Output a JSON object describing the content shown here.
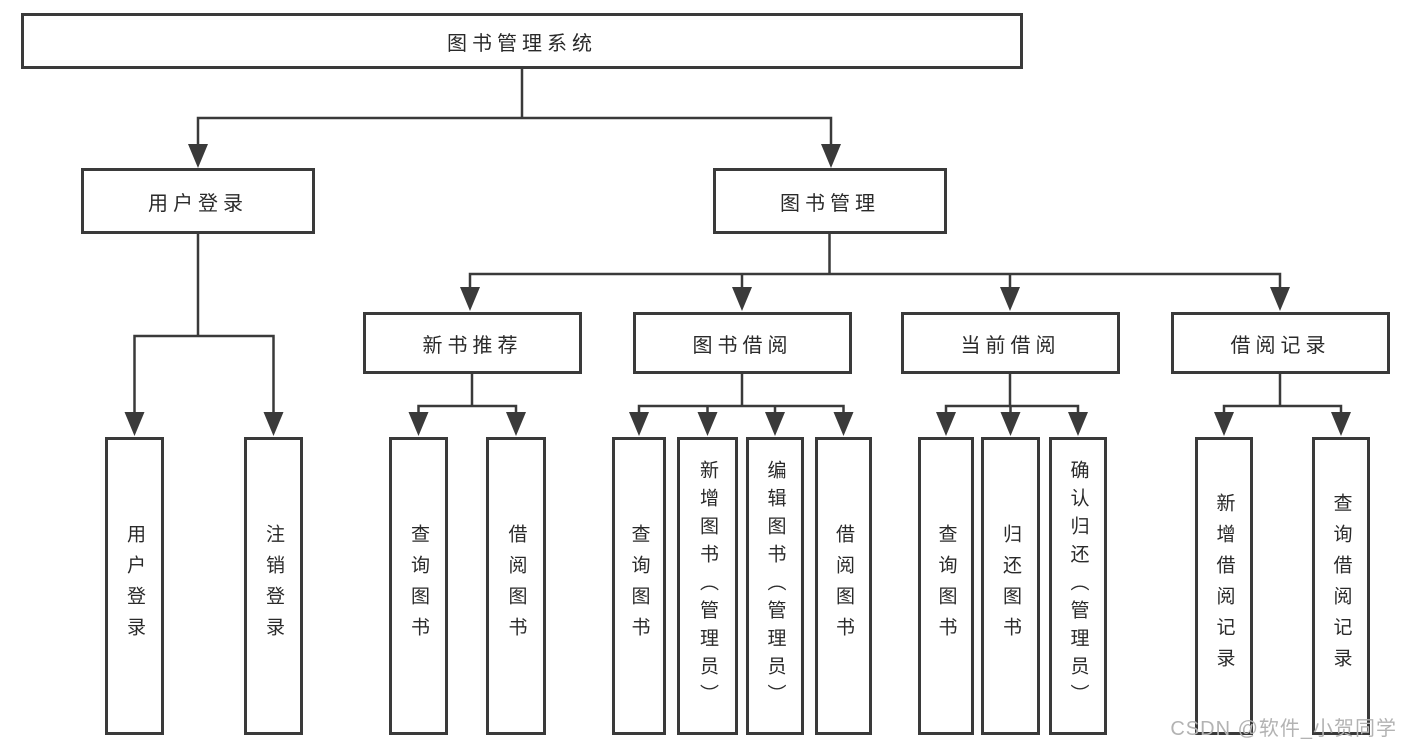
{
  "colors": {
    "line": "#3a3a3a",
    "text": "#2a2a2a",
    "box_bg": "#ffffff",
    "page_bg": "#ffffff",
    "watermark": "#b3b3b3"
  },
  "nodes": {
    "root": "图书管理系统",
    "level2": [
      "用户登录",
      "图书管理"
    ],
    "level3": [
      "新书推荐",
      "图书借阅",
      "当前借阅",
      "借阅记录"
    ],
    "leaves": {
      "user_login": [
        "用户登录",
        "注销登录"
      ],
      "new_book": [
        "查询图书",
        "借阅图书"
      ],
      "book_borrow": [
        "查询图书",
        "新增图书（管理员）",
        "编辑图书（管理员）",
        "借阅图书"
      ],
      "current_borrow": [
        "查询图书",
        "归还图书",
        "确认归还（管理员）"
      ],
      "borrow_record": [
        "新增借阅记录",
        "查询借阅记录"
      ]
    }
  },
  "watermark": {
    "text": "CSDN @软件_小贺同学"
  }
}
